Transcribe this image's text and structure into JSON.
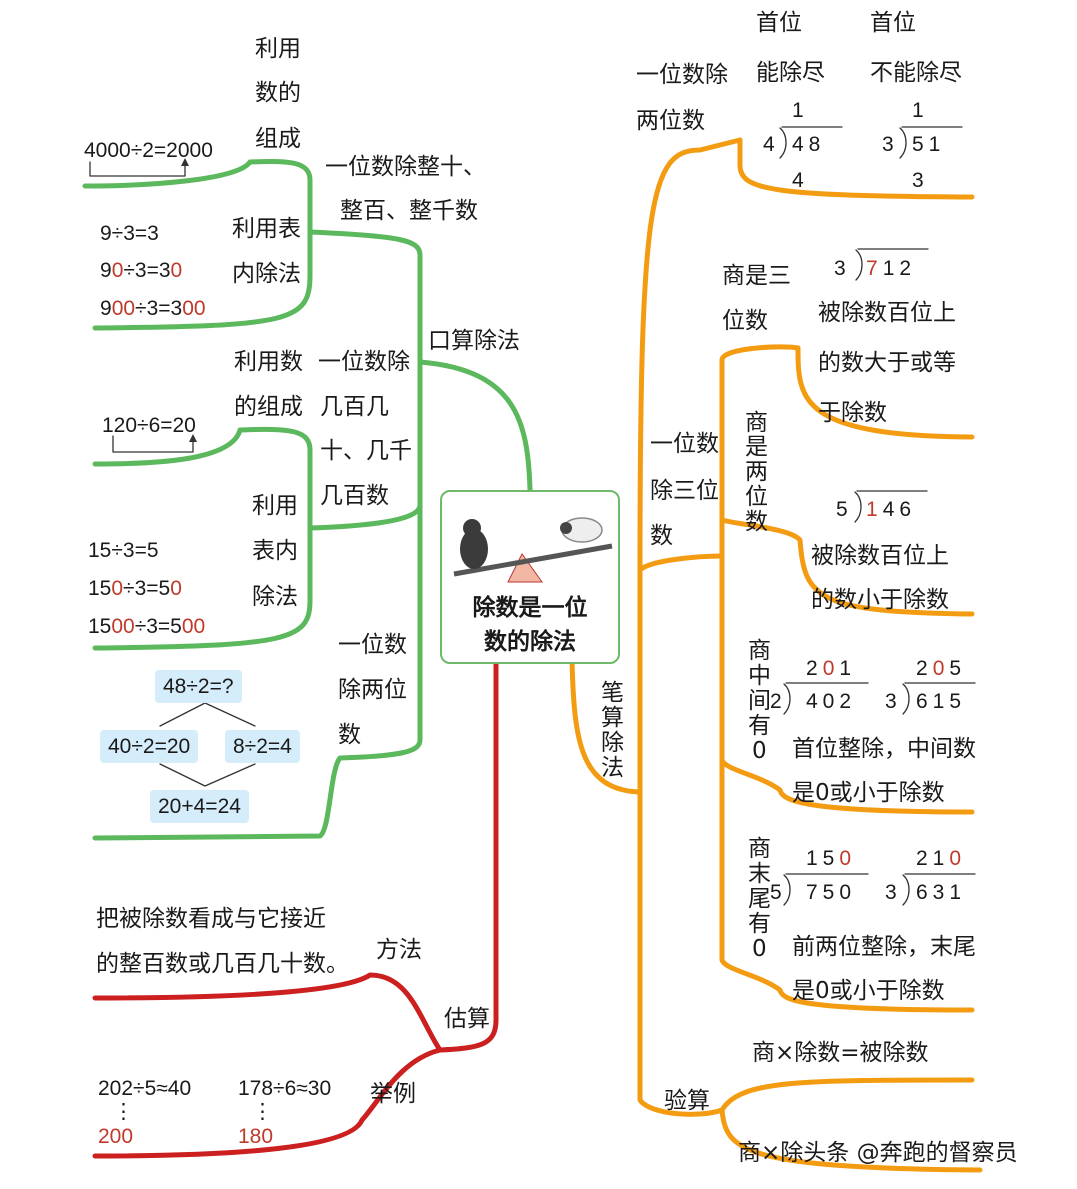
{
  "colors": {
    "green": "#5cb85c",
    "orange": "#f39c12",
    "red": "#cc1f1f",
    "box": "#d5ecfa"
  },
  "center": {
    "line1": "除数是一位",
    "line2": "数的除法",
    "icon": "seesaw-dog-sheep-icon"
  },
  "kousuan": {
    "label": "口算除法",
    "zheng": {
      "label_l1": "一位数除整十、",
      "label_l2": "整百、整千数",
      "zucheng": {
        "l1": "利用",
        "l2": "数的",
        "l3": "组成",
        "example": "4000÷2=2000"
      },
      "biaonei": {
        "l1": "利用表",
        "l2": "内除法",
        "e1": "9÷3=3",
        "e2a": "9",
        "e2b": "0",
        "e2c": "÷3=3",
        "e2d": "0",
        "e3a": "9",
        "e3b": "00",
        "e3c": "÷3=3",
        "e3d": "00"
      }
    },
    "jibai": {
      "label_l1": "一位数除",
      "label_l2": "几百几",
      "label_l3": "十、几千",
      "label_l4": "几百数",
      "zucheng": {
        "l1": "利用数",
        "l2": "的组成",
        "example": "120÷6=20"
      },
      "biaonei": {
        "l1": "利用",
        "l2": "表内",
        "l3": "除法",
        "e1": "15÷3=5",
        "e2a": "15",
        "e2b": "0",
        "e2c": "÷3=5",
        "e2d": "0",
        "e3a": "15",
        "e3b": "00",
        "e3c": "÷3=5",
        "e3d": "00"
      }
    },
    "liangwei": {
      "label_l1": "一位数",
      "label_l2": "除两位",
      "label_l3": "数",
      "b1": "48÷2=?",
      "b2": "40÷2=20",
      "b3": "8÷2=4",
      "b4": "20+4=24"
    }
  },
  "gusuan": {
    "label": "估算",
    "fangfa": {
      "label": "方法",
      "l1": "把被除数看成与它接近",
      "l2": "的整百数或几百几十数。"
    },
    "juli": {
      "label": "举例",
      "e1": "202÷5≈40",
      "e1b": "200",
      "e2": "178÷6≈30",
      "e2b": "180",
      "dots": "⋮"
    }
  },
  "bisuan": {
    "label_l1": "笔",
    "label_l2": "算",
    "label_l3": "除",
    "label_l4": "法",
    "liangwei": {
      "label_l1": "一位数除",
      "label_l2": "两位数",
      "h1a": "首位",
      "h1b": "能除尽",
      "h2a": "首位",
      "h2b": "不能除尽",
      "d1": {
        "q": "1",
        "div": "4",
        "dd": "48",
        "sub": "4"
      },
      "d2": {
        "q": "1",
        "div": "3",
        "dd": "51",
        "sub": "3"
      }
    },
    "sanwei": {
      "label_l1": "一位数",
      "label_l2": "除三位",
      "label_l3": "数",
      "shang3": {
        "l1": "商是三",
        "l2": "位数",
        "div": "3",
        "dd_a": "7",
        "dd_b": "12",
        "n1": "被除数百位上",
        "n2": "的数大于或等",
        "n3": "于除数"
      },
      "shang2": {
        "c1": "商",
        "c2": "是",
        "c3": "两",
        "c4": "位",
        "c5": "数",
        "div": "5",
        "dd_a": "1",
        "dd_b": "46",
        "n1": "被除数百位上",
        "n2": "的数小于除数"
      },
      "zhong0": {
        "c1": "商",
        "c2": "中",
        "c3": "间",
        "c4": "有",
        "c5": "0",
        "q1a": "2",
        "q1b": "0",
        "q1c": "1",
        "div1": "2",
        "dd1": "402",
        "q2a": "2",
        "q2b": "0",
        "q2c": "5",
        "div2": "3",
        "dd2": "615",
        "n1": "首位整除，中间数",
        "n2": "是0或小于除数"
      },
      "mo0": {
        "c1": "商",
        "c2": "末",
        "c3": "尾",
        "c4": "有",
        "c5": "0",
        "q1a": "15",
        "q1b": "0",
        "div1": "5",
        "dd1": "750",
        "q2a": "21",
        "q2b": "0",
        "div2": "3",
        "dd2": "631",
        "n1": "前两位整除，末尾",
        "n2": "是0或小于除数"
      }
    },
    "yansuan": {
      "label": "验算",
      "f1": "商×除数=被除数",
      "f2": "商×除头条 @奔跑的督察员"
    }
  }
}
